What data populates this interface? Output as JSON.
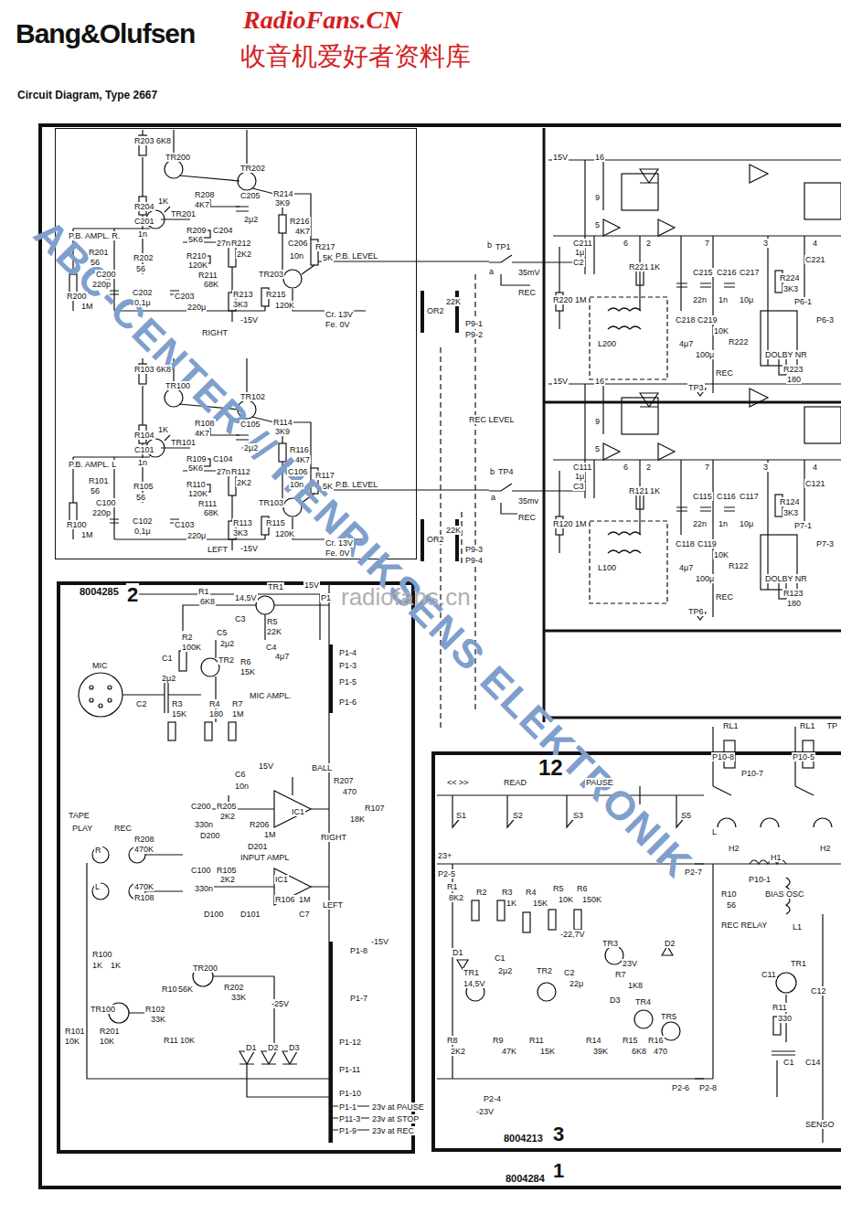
{
  "diagram": {
    "title": "Circuit Diagram, Type 2667",
    "nodes": [
      {
        "text": [
          "8004284",
          "1"
        ]
      },
      {
        "text": [
          "8004285",
          "2"
        ],
        "in": 0
      },
      {
        "text": [
          "12",
          "8004213",
          "3"
        ],
        "in": 0
      },
      {
        "text": [
          "P.B. AMPL. R.",
          "RIGHT",
          "P.B. AMPL. L",
          "LEFT"
        ],
        "in": 0
      }
    ],
    "labels": [
      "Bang&Olufsen",
      "RadioFans.CN",
      "收音机爱好者资料库",
      "ABC-CENTER // HENRIKSENS ELEKTRONIK",
      "radiofans.cn",
      "TR200",
      "TR202",
      "R203",
      "6K8",
      "R204",
      "1K",
      "TR201",
      "R208",
      "4K7",
      "C205",
      "2μ2",
      "R214",
      "3K9",
      "R216",
      "4K7",
      "R209",
      "5K6",
      "C204",
      "27n",
      "R210",
      "120K",
      "R211",
      "68K",
      "R212",
      "2K2",
      "C201",
      "1n",
      "R202",
      "56",
      "R201",
      "56",
      "C200",
      "220p",
      "R200",
      "1M",
      "C202",
      "0,1μ",
      "C203",
      "220μ",
      "R213",
      "3K3",
      "-15V",
      "C206",
      "10n",
      "R217",
      "5K",
      "TR203",
      "R215",
      "120K",
      "P.B. LEVEL",
      "Cr. 13V",
      "Fe. 0V",
      "TR100",
      "TR102",
      "R103",
      "6K8",
      "R104",
      "1K",
      "TR101",
      "R108",
      "4K7",
      "C105",
      "2μ2",
      "R114",
      "3K9",
      "R116",
      "4K7",
      "R109",
      "5K6",
      "C104",
      "27n",
      "R110",
      "120K",
      "R111",
      "68K",
      "R112",
      "2K2",
      "C101",
      "1n",
      "R105",
      "56",
      "R101",
      "56",
      "C100",
      "220p",
      "R100",
      "1M",
      "C102",
      "0,1μ",
      "C103",
      "220μ",
      "R113",
      "3K3",
      "-15V",
      "C106",
      "10n",
      "R117",
      "5K",
      "TR103",
      "R115",
      "120K",
      "P.B. LEVEL",
      "Cr. 13V",
      "Fe. 0V",
      "b",
      "TP1",
      "35mV",
      "a",
      "REC",
      "OR2",
      "22K",
      "P9-1",
      "P9-2",
      "REC LEVEL",
      "b",
      "TP4",
      "35mv",
      "a",
      "REC",
      "OR2",
      "22K",
      "P9-3",
      "P9-4",
      "15V",
      "16",
      "9",
      "5",
      "C211",
      "1μ",
      "C2",
      "6",
      "2",
      "7",
      "3",
      "4",
      "R221",
      "1K",
      "R220",
      "1M",
      "C215",
      "C216",
      "C217",
      "22n",
      "1n",
      "10μ",
      "L200",
      "C218",
      "4μ7",
      "C219",
      "100μ",
      "10K",
      "R222",
      "R224",
      "3K3",
      "C221",
      "P6-1",
      "P6-3",
      "DOLBY NR",
      "REC",
      "TP3",
      "R223",
      "180",
      "15V",
      "16",
      "9",
      "5",
      "C111",
      "1μ",
      "C3",
      "6",
      "2",
      "7",
      "3",
      "4",
      "R121",
      "1K",
      "R120",
      "1M",
      "C115",
      "C116",
      "C117",
      "22n",
      "1n",
      "10μ",
      "L100",
      "C118",
      "4μ7",
      "C119",
      "100μ",
      "10K",
      "R122",
      "R124",
      "3K3",
      "C121",
      "P7-1",
      "P7-3",
      "DOLBY NR",
      "REC",
      "TP6",
      "R123",
      "180",
      "TR1",
      "R1",
      "6K8",
      "14,5V",
      "C3",
      "R5",
      "22K",
      "C4",
      "4μ7",
      "C5",
      "2μ2",
      "R2",
      "100K",
      "TR2",
      "R6",
      "15K",
      "C1",
      "2μ2",
      "R3",
      "15K",
      "R4",
      "180",
      "R7",
      "1M",
      "MIC AMPL.",
      "MIC",
      "C2",
      "P1",
      "15V",
      "P1-4",
      "P1-3",
      "P1-5",
      "P1-6",
      "C6",
      "10n",
      "15V",
      "BALL",
      "R207",
      "470",
      "R107",
      "18K",
      "IC1",
      "C200",
      "330n",
      "R205",
      "2K2",
      "R206",
      "1M",
      "D200",
      "D201",
      "RIGHT",
      "INPUT AMPL",
      "TAPE",
      "PLAY",
      "REC",
      "R",
      "L",
      "R208",
      "470K",
      "470K",
      "R108",
      "C100",
      "330n",
      "R105",
      "2K2",
      "IC1",
      "R106",
      "1M",
      "C7",
      "D100",
      "D101",
      "LEFT",
      "R100",
      "1K",
      "1K",
      "TR100",
      "R10",
      "56K",
      "TR200",
      "R202",
      "33K",
      "R102",
      "33K",
      "R11",
      "10K",
      "R101",
      "10K",
      "R201",
      "10K",
      "-25V",
      "D1",
      "D2",
      "D3",
      "P1-8",
      "-15V",
      "P1-7",
      "P1-12",
      "P1-11",
      "P1-10",
      "P1-1",
      "P11-3",
      "P1-9",
      "23v at PAUSE",
      "23v at STOP",
      "23v at REC",
      "<< >>",
      "READ",
      "PAUSE",
      "S1",
      "S2",
      "S3",
      "S5",
      "23+",
      "P2-5",
      "P2-7",
      "R1",
      "8K2",
      "R2",
      "R3",
      "1K",
      "R4",
      "15K",
      "R5",
      "10K",
      "R6",
      "150K",
      "-22,7V",
      "D1",
      "C1",
      "2μ2",
      "TR1",
      "14,5V",
      "TR2",
      "TR3",
      "C2",
      "22μ",
      "23V",
      "D2",
      "R7",
      "1K8",
      "D3",
      "TR4",
      "TR5",
      "R8",
      "2K2",
      "R9",
      "47K",
      "R11",
      "15K",
      "R14",
      "39K",
      "R15",
      "6K8",
      "R16",
      "470",
      "P2-4",
      "-23V",
      "P2-6",
      "P2-8",
      "RL1",
      "RL1",
      "TP",
      "P10-8",
      "P10-7",
      "P10-5",
      "L",
      "H2",
      "H1",
      "H2",
      "P10-1",
      "BIAS OSC",
      "R10",
      "56",
      "REC RELAY",
      "L1",
      "TR1",
      "C11",
      "C12",
      "R11",
      "330",
      "C1",
      "C14",
      "SENSO"
    ]
  }
}
